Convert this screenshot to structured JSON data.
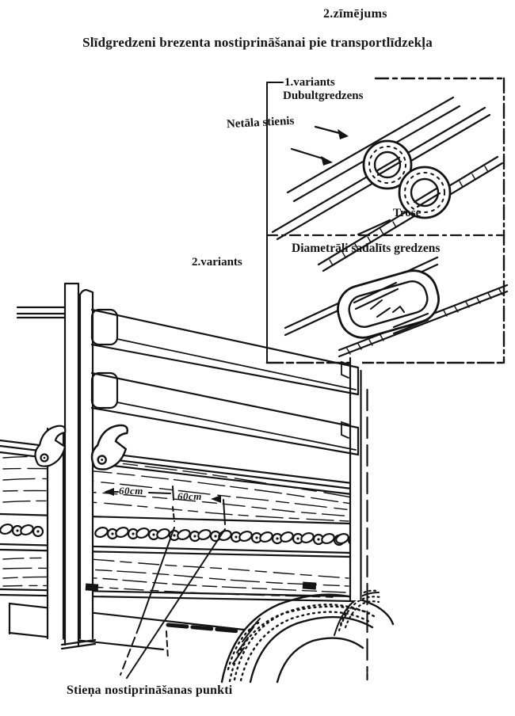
{
  "header": {
    "figure_label": "2.zīmējums",
    "title": "Slīdgredzeni brezenta nostiprināšanai pie transportlīdzekļa"
  },
  "inset": {
    "variant1": {
      "label": "1.variants",
      "ring_name": "Dubultgredzens",
      "rod_label": "Netāla stienis",
      "cable_label": "Trose"
    },
    "variant2": {
      "label": "2.variants",
      "ring_name": "Diametrāli sadalīts gredzens"
    }
  },
  "dimensions": {
    "first": "60cm",
    "second": "60cm"
  },
  "caption": "Stieņa nostiprināšanas punkti",
  "colors": {
    "ink": "#141414",
    "paper": "#ffffff"
  }
}
